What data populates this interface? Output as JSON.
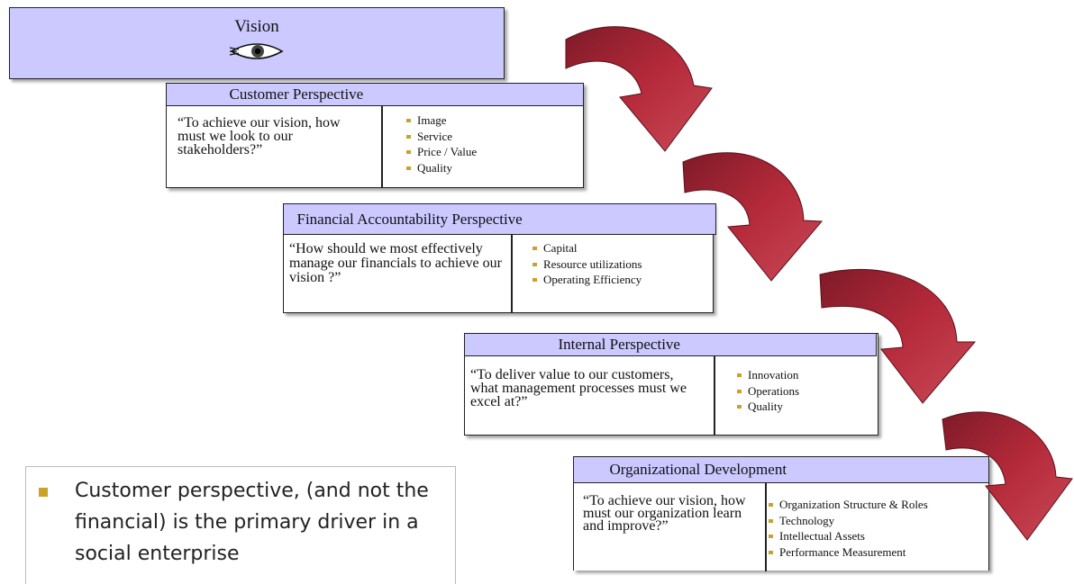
{
  "vision": {
    "title": "Vision",
    "icon": "eye-icon"
  },
  "perspectives": [
    {
      "title": "Customer Perspective",
      "question": "“To achieve our vision, how must we look to our stakeholders?”",
      "items": [
        "Image",
        "Service",
        "Price / Value",
        "Quality"
      ]
    },
    {
      "title": "Financial Accountability Perspective",
      "question": "“How should we most effectively manage our financials to achieve our vision ?”",
      "items": [
        "Capital",
        "Resource utilizations",
        "Operating Efficiency"
      ]
    },
    {
      "title": "Internal Perspective",
      "question": "“To deliver value to our customers, what management processes must we excel at?”",
      "items": [
        "Innovation",
        "Operations",
        "Quality"
      ]
    },
    {
      "title": "Organizational Development",
      "question": "“To achieve our vision, how must our organization learn and improve?”",
      "items": [
        "Organization Structure & Roles",
        "Technology",
        "Intellectual Assets",
        "Performance Measurement"
      ]
    }
  ],
  "note": {
    "text": "Customer perspective, (and not the financial) is the primary driver in a social enterprise"
  },
  "colors": {
    "header_fill": "#cbc9ff",
    "bullet": "#c9a227",
    "arrow": "#b52a3a",
    "arrow_dark": "#7e1a28"
  }
}
